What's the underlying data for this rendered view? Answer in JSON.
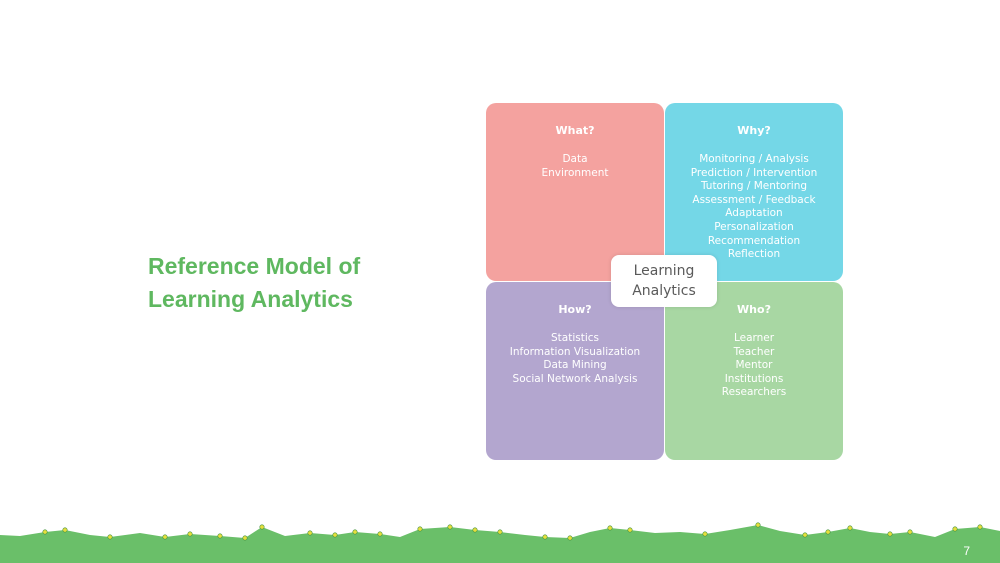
{
  "slide": {
    "title_lines": [
      "Reference Model of",
      "Learning Analytics"
    ],
    "page_number": "7",
    "accent_color": "#5fb860"
  },
  "diagram": {
    "center": {
      "lines": [
        "Learning",
        "Analytics"
      ]
    },
    "quadrants": {
      "what": {
        "heading": "What?",
        "items": [
          "Data",
          "Environment"
        ],
        "color": "#f4a29f"
      },
      "why": {
        "heading": "Why?",
        "items": [
          "Monitoring / Analysis",
          "Prediction / Intervention",
          "Tutoring / Mentoring",
          "Assessment / Feedback",
          "Adaptation",
          "Personalization",
          "Recommendation",
          "Reflection"
        ],
        "color": "#74d7e7"
      },
      "how": {
        "heading": "How?",
        "items": [
          "Statistics",
          "Information Visualization",
          "Data Mining",
          "Social Network Analysis"
        ],
        "color": "#b3a6cf"
      },
      "who": {
        "heading": "Who?",
        "items": [
          "Learner",
          "Teacher",
          "Mentor",
          "Institutions",
          "Researchers"
        ],
        "color": "#a8d7a3"
      }
    }
  },
  "decor": {
    "ground_color": "#6abf69",
    "dot_color": "#e6df3c"
  }
}
